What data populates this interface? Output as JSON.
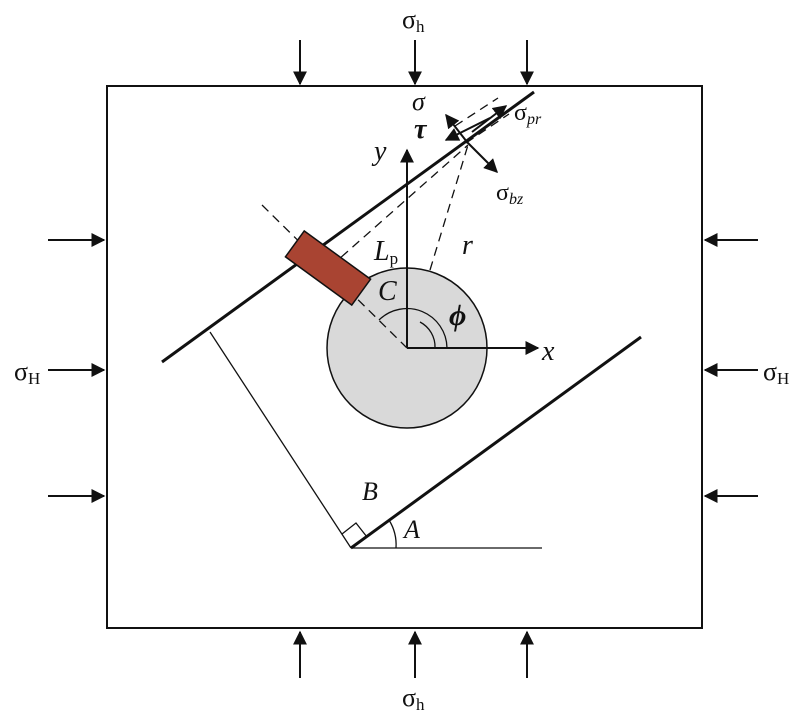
{
  "labels": {
    "sigma_h": {
      "base": "σ",
      "sub": "h"
    },
    "sigma_H": {
      "base": "σ",
      "sub": "H"
    },
    "sigma": "σ",
    "tau": "τ",
    "sigma_pr": {
      "base": "σ",
      "sub": "pr"
    },
    "sigma_bz": {
      "base": "σ",
      "sub": "bz"
    },
    "y_axis": "y",
    "x_axis": "x",
    "L_p": {
      "base": "L",
      "sub": "p"
    },
    "r": "r",
    "C": "C",
    "phi": "ϕ",
    "B": "B",
    "A": "A"
  },
  "colors": {
    "line": "#111111",
    "circle_fill": "#d9d9d9",
    "packer_fill": "#a94432"
  }
}
